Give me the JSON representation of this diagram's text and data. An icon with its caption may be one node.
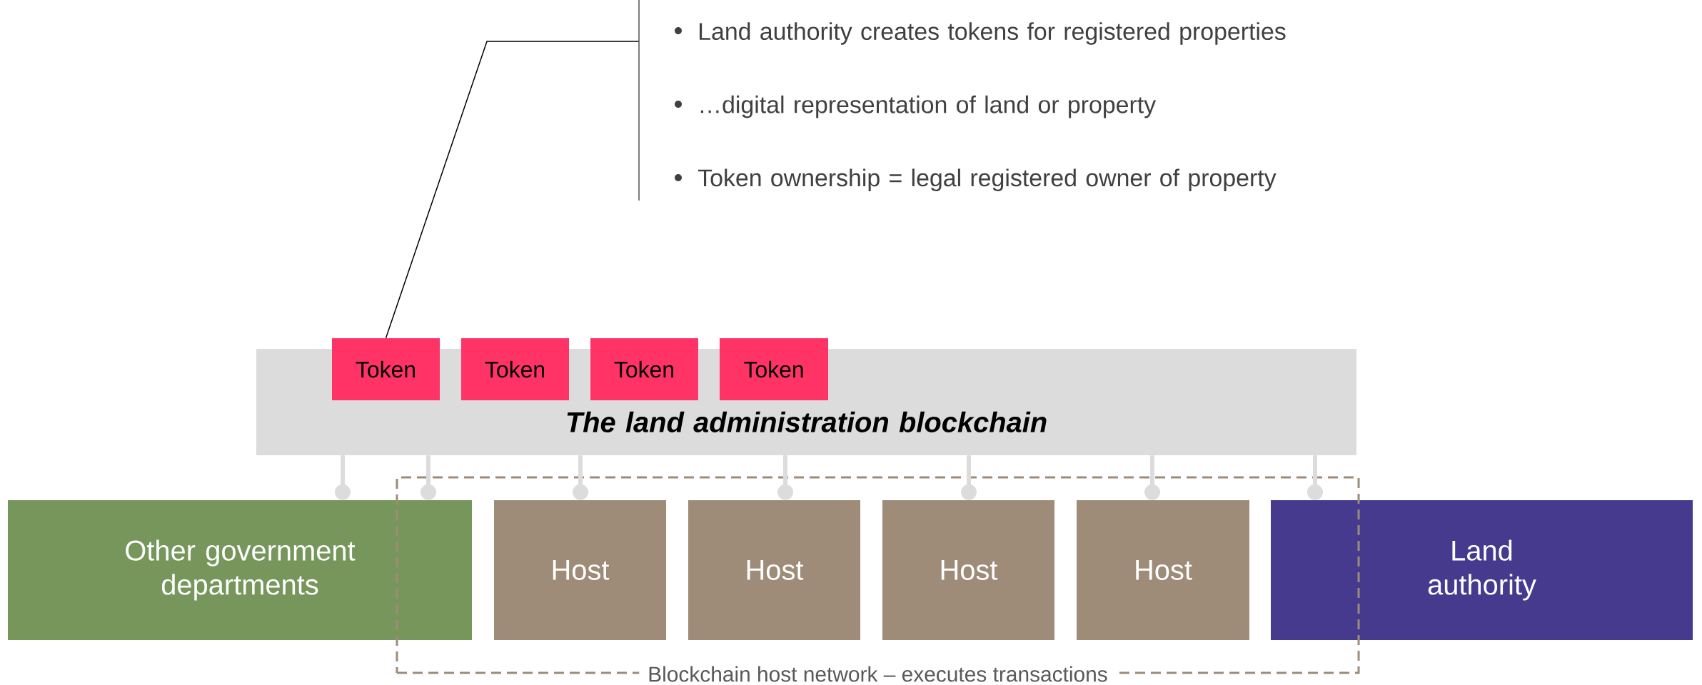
{
  "diagram": {
    "nodes": [
      {
        "text": [
          "Land authority creates tokens for registered properties",
          "…digital representation of land or property",
          "Token ownership = legal registered owner of property"
        ]
      },
      {
        "text": [
          "The land administration blockchain"
        ]
      },
      {
        "text": [
          "Token"
        ]
      },
      {
        "text": [
          "Token"
        ]
      },
      {
        "text": [
          "Token"
        ]
      },
      {
        "text": [
          "Token"
        ]
      },
      {
        "text": [
          "Other government departments"
        ]
      },
      {
        "text": [
          "Blockchain host network – executes transactions"
        ]
      },
      {
        "text": [
          "Host"
        ],
        "in": 7
      },
      {
        "text": [
          "Host"
        ],
        "in": 7
      },
      {
        "text": [
          "Host"
        ],
        "in": 7
      },
      {
        "text": [
          "Host"
        ],
        "in": 7
      },
      {
        "text": [
          "Land authority"
        ]
      }
    ],
    "edges": [
      {
        "from": 0,
        "to": 2,
        "arrow": "none",
        "color": "#000000"
      },
      {
        "from": 1,
        "to": 6,
        "arrow": "other"
      },
      {
        "from": 1,
        "to": 6,
        "arrow": "other"
      },
      {
        "from": 1,
        "to": 8,
        "arrow": "other"
      },
      {
        "from": 1,
        "to": 9,
        "arrow": "other"
      },
      {
        "from": 1,
        "to": 10,
        "arrow": "other"
      },
      {
        "from": 1,
        "to": 11,
        "arrow": "other"
      },
      {
        "from": 1,
        "to": 12,
        "arrow": "other"
      }
    ]
  }
}
